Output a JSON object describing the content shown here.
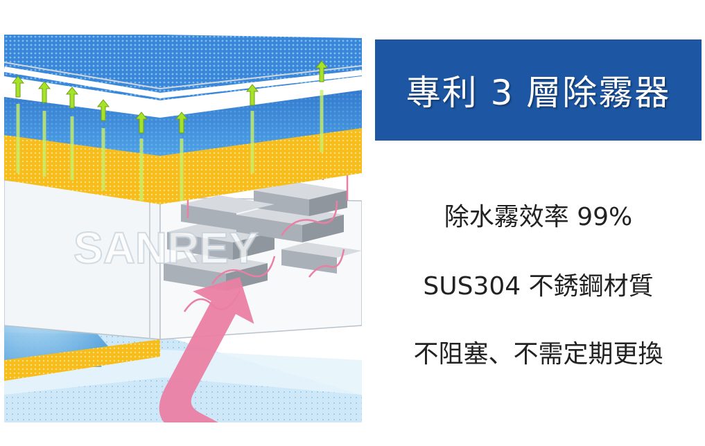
{
  "title": "專利 3 層除霧器",
  "features": [
    "除水霧效率 99%",
    "SUS304  不銹鋼材質",
    "不阻塞、不需定期更換"
  ],
  "watermark": "SANREY",
  "colors": {
    "title_bg": "#1d57a3",
    "title_text": "#ffffff",
    "feature_text": "#222222",
    "filter_blue": "#3a86d8",
    "filter_yellow": "#f6bd1c",
    "arrow_green": "#a6e22a",
    "arrow_pink": "#ea7fa3",
    "baffle_gray": "#a9b0b8"
  },
  "icons": [
    "green-up-arrow-icon",
    "pink-flow-arrow-icon"
  ]
}
